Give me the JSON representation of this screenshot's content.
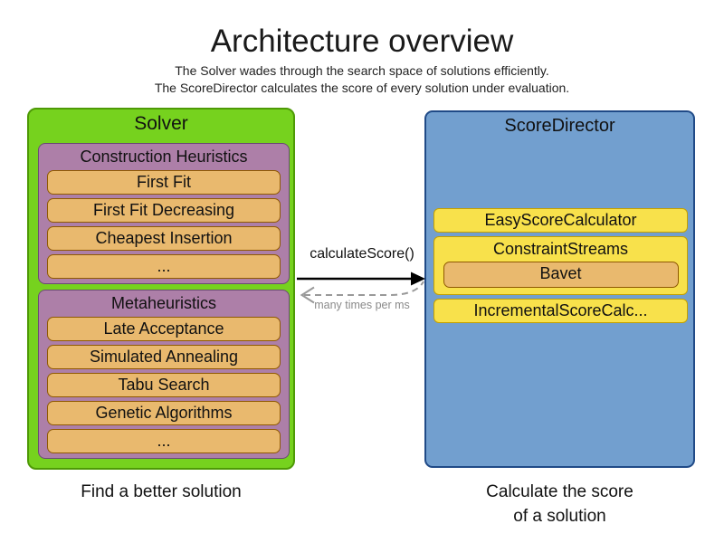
{
  "title": "Architecture overview",
  "subtitle": {
    "line1": "The Solver wades through the search space of solutions efficiently.",
    "line2": "The ScoreDirector calculates the score of every solution under evaluation."
  },
  "solver": {
    "title": "Solver",
    "caption": "Find a better solution",
    "construction_heuristics": {
      "title": "Construction Heuristics",
      "items": [
        "First Fit",
        "First Fit Decreasing",
        "Cheapest Insertion",
        "..."
      ]
    },
    "metaheuristics": {
      "title": "Metaheuristics",
      "items": [
        "Late Acceptance",
        "Simulated Annealing",
        "Tabu Search",
        "Genetic Algorithms",
        "..."
      ]
    }
  },
  "score_director": {
    "title": "ScoreDirector",
    "caption_line1": "Calculate the score",
    "caption_line2": "of a solution",
    "easy_score_calculator": "EasyScoreCalculator",
    "constraint_streams": "ConstraintStreams",
    "bavet": "Bavet",
    "incremental_score_calculator": "IncrementalScoreCalc..."
  },
  "arrows": {
    "call_label": "calculateScore()",
    "return_label": "many times per ms"
  },
  "colors": {
    "solver_fill": "#76d21e",
    "solver_border": "#4e9a06",
    "group_fill": "#ad7fa8",
    "group_border": "#6b4a74",
    "item_fill": "#e9b96e",
    "item_border": "#8f5902",
    "director_fill": "#729fcf",
    "director_border": "#204a87",
    "calc_fill": "#f8e14b",
    "calc_border": "#c4a000",
    "call_arrow": "#000000",
    "return_arrow": "#999999"
  }
}
